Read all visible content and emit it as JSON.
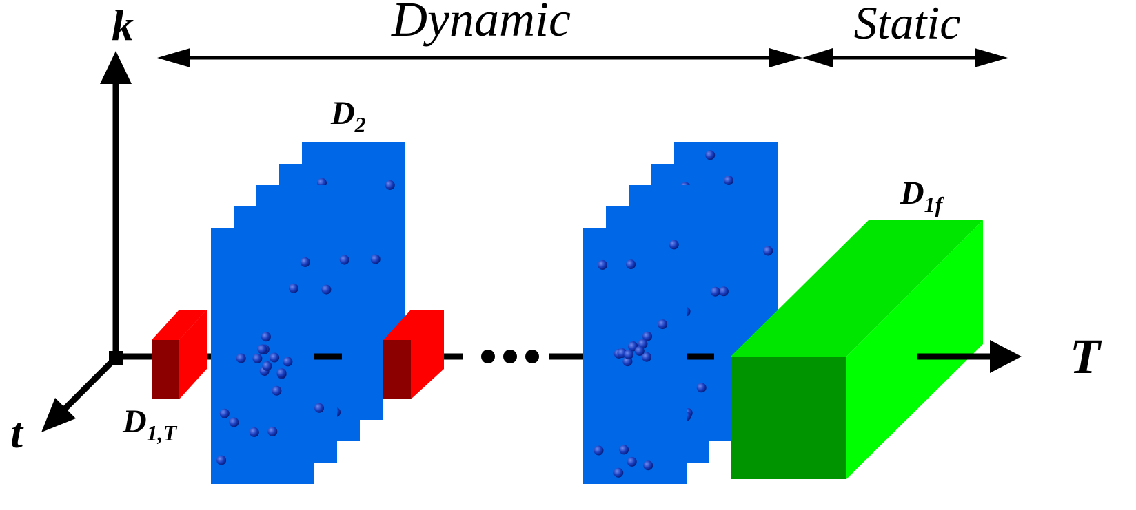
{
  "labels": {
    "dynamic": "Dynamic",
    "static": "Static",
    "k_axis": "k",
    "t_axis": "t",
    "T_axis": "T",
    "d2": {
      "base": "D",
      "sub": "2"
    },
    "d1t": {
      "base": "D",
      "sub": "1,T"
    },
    "d1f": {
      "base": "D",
      "sub": "1f"
    }
  },
  "colors": {
    "axis": "#000000",
    "blue_face": "#0068e6",
    "dot": "#0a2cb0",
    "dot_highlight": "#5a7ae8",
    "red_front": "#8c0000",
    "red_side": "#ff0000",
    "green_front": "#009400",
    "green_top": "#00e600",
    "green_side": "#00ff00"
  }
}
